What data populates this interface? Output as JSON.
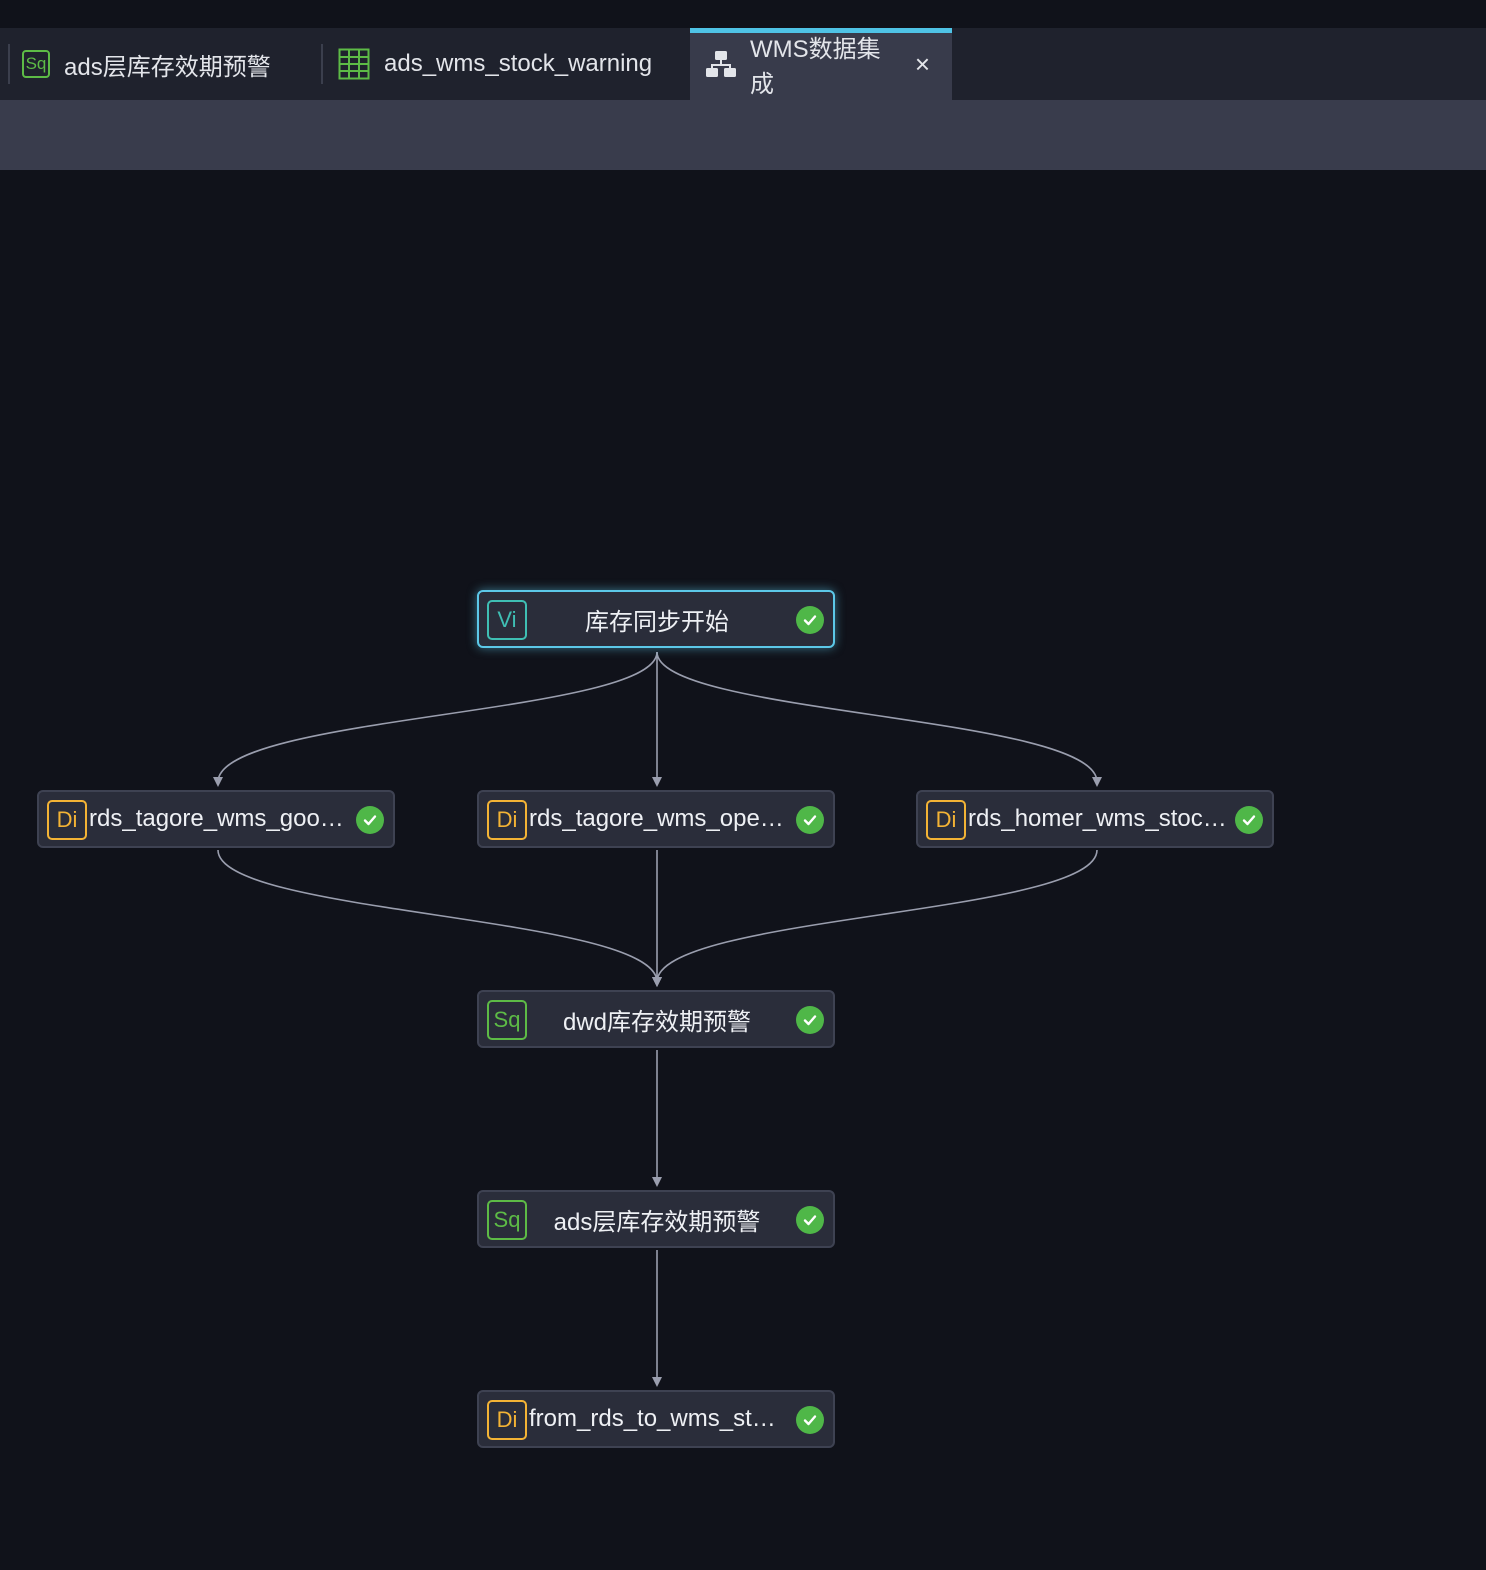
{
  "tabs": [
    {
      "label": "ads层库存效期预警",
      "icon": "sql-node-icon",
      "icon_text": "Sq"
    },
    {
      "label": "ads_wms_stock_warning",
      "icon": "table-grid-icon"
    },
    {
      "label": "WMS数据集成",
      "icon": "workflow-icon",
      "active": true,
      "close": "×"
    }
  ],
  "colors": {
    "di": "#f3b335",
    "sq": "#5dbb46",
    "vi": "#3fbfb4",
    "success": "#4fb748",
    "selected_border": "#5cc8e8",
    "active_tab_accent": "#4fc3e6"
  },
  "nodes": [
    {
      "id": "start",
      "type": "Vi",
      "label": "库存同步开始",
      "status": "success",
      "selected": true
    },
    {
      "id": "n1",
      "type": "Di",
      "label": "rds_tagore_wms_goo…",
      "status": "success"
    },
    {
      "id": "n2",
      "type": "Di",
      "label": "rds_tagore_wms_ope…",
      "status": "success"
    },
    {
      "id": "n3",
      "type": "Di",
      "label": "rds_homer_wms_stoc…",
      "status": "success"
    },
    {
      "id": "dwd",
      "type": "Sq",
      "label": "dwd库存效期预警",
      "status": "success"
    },
    {
      "id": "ads",
      "type": "Sq",
      "label": "ads层库存效期预警",
      "status": "success"
    },
    {
      "id": "out",
      "type": "Di",
      "label": "from_rds_to_wms_st…",
      "status": "success"
    }
  ],
  "edges": [
    [
      "start",
      "n1"
    ],
    [
      "start",
      "n2"
    ],
    [
      "start",
      "n3"
    ],
    [
      "n1",
      "dwd"
    ],
    [
      "n2",
      "dwd"
    ],
    [
      "n3",
      "dwd"
    ],
    [
      "dwd",
      "ads"
    ],
    [
      "ads",
      "out"
    ]
  ]
}
